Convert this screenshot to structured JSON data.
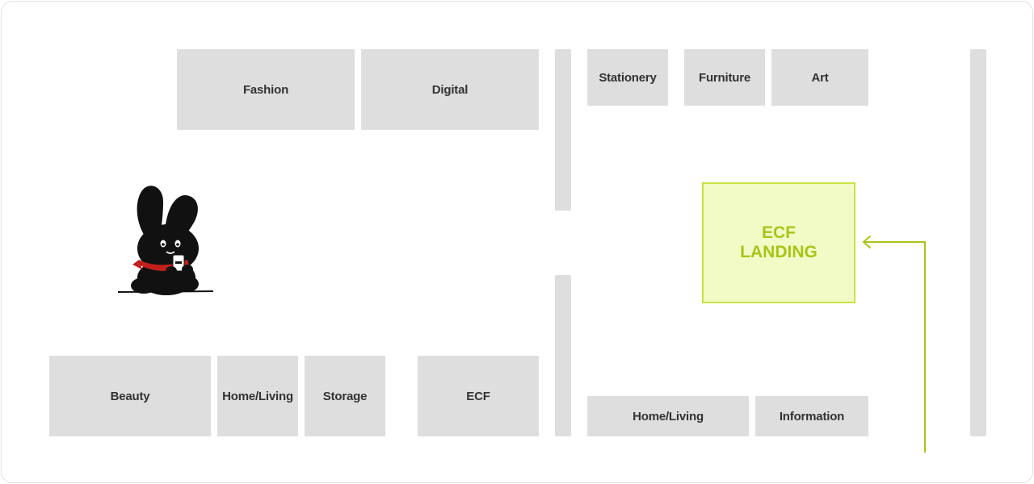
{
  "booths": {
    "fashion": "Fashion",
    "digital": "Digital",
    "stationery": "Stationery",
    "furniture": "Furniture",
    "art": "Art",
    "beauty": "Beauty",
    "home_living_left": "Home/Living",
    "storage": "Storage",
    "ecf": "ECF",
    "home_living_right": "Home/Living",
    "information": "Information"
  },
  "landing": {
    "line1": "ECF",
    "line2": "LANDING"
  },
  "colors": {
    "booth": "#dedede",
    "booth_text": "#333333",
    "landing_fill": "#f2fbc6",
    "landing_border": "#c7e345",
    "landing_text": "#a8c418",
    "route": "#a8c418"
  },
  "icons": {
    "mascot": "black-rabbit-mascot-icon",
    "route_arrow": "arrow-left-icon"
  }
}
